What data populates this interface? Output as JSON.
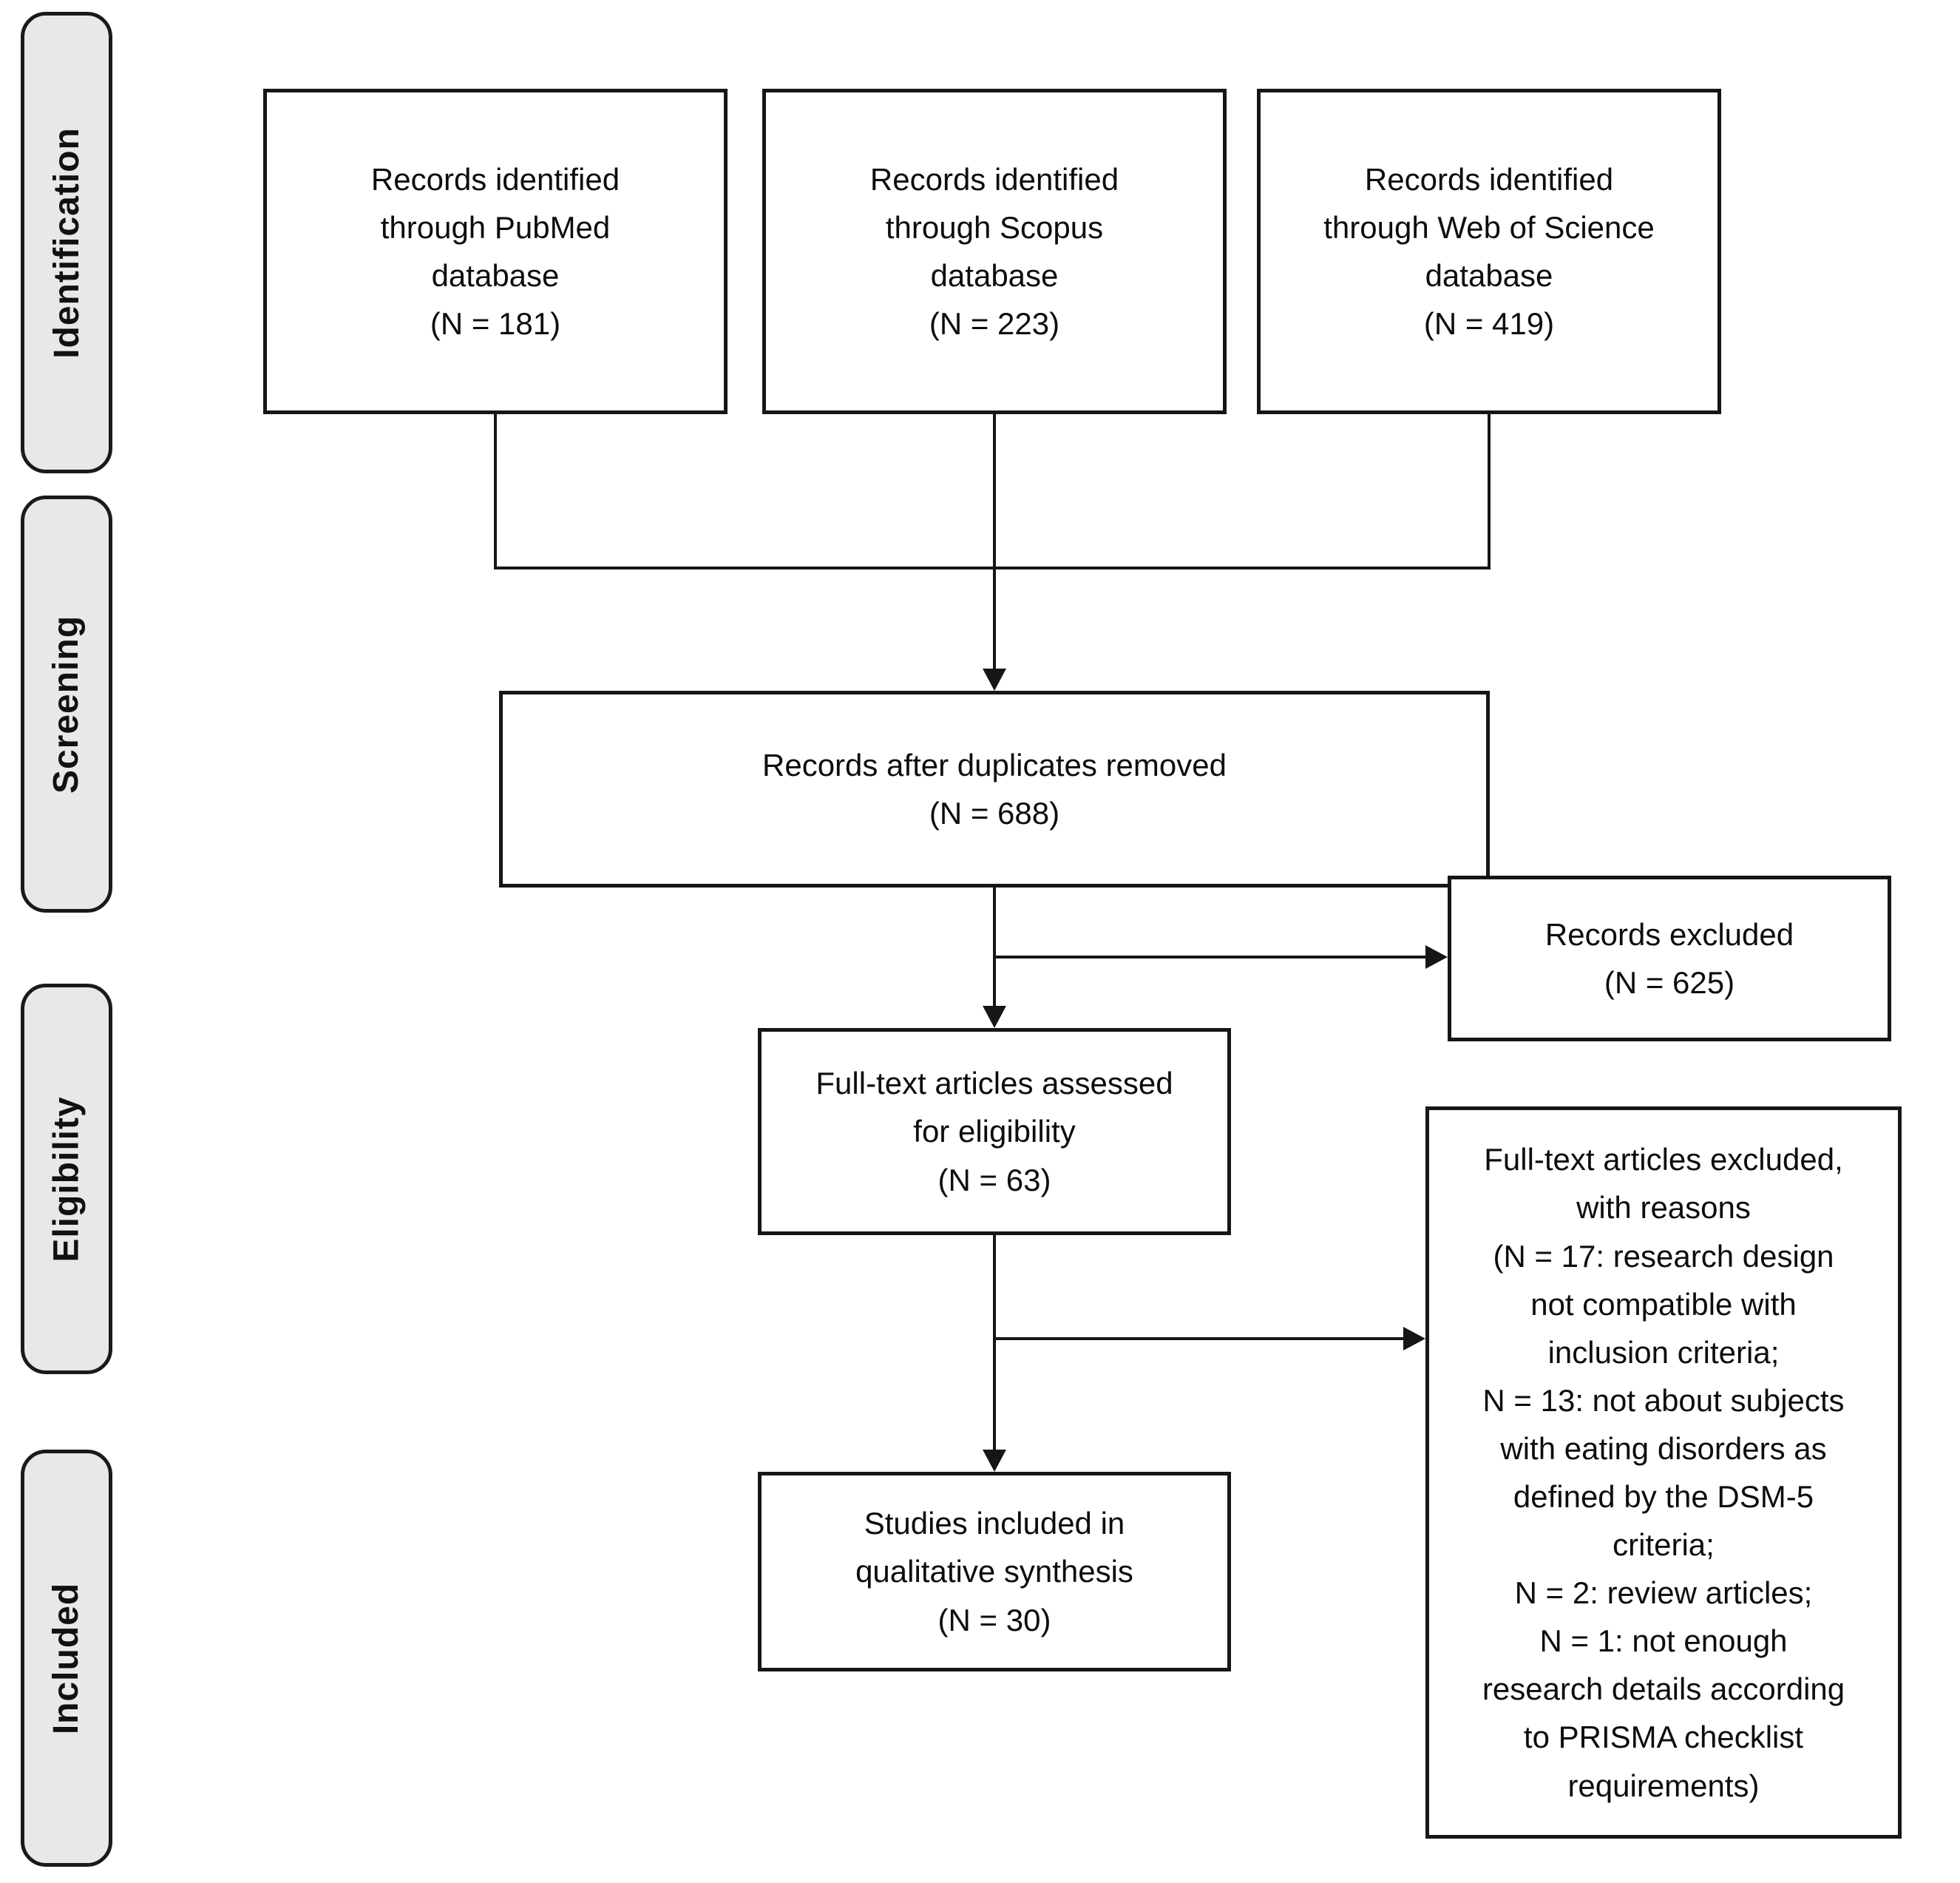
{
  "stages": [
    {
      "label": "Identification"
    },
    {
      "label": "Screening"
    },
    {
      "label": "Eligibility"
    },
    {
      "label": "Included"
    }
  ],
  "boxes": {
    "pubmed": {
      "label": "Records identified through PubMed database",
      "count": "(N = 181)"
    },
    "scopus": {
      "label": "Records identified through Scopus database",
      "count": "(N = 223)"
    },
    "wos": {
      "label": "Records identified through Web of Science database",
      "count": "(N = 419)"
    },
    "duplicates": {
      "label": "Records after duplicates removed",
      "count": "(N = 688)"
    },
    "excluded": {
      "label": "Records excluded",
      "count": "(N = 625)"
    },
    "fulltext": {
      "label": "Full-text articles assessed for eligibility",
      "count": "(N = 63)"
    },
    "reasons": {
      "lines": [
        "Full-text articles excluded,",
        "with reasons",
        "(N = 17: research design",
        "not compatible with",
        "inclusion criteria;",
        "N = 13: not about subjects",
        "with eating disorders as",
        "defined by the DSM-5",
        "criteria;",
        "N = 2: review articles;",
        "N = 1: not enough",
        "research details according",
        "to PRISMA checklist",
        "requirements)"
      ]
    },
    "included": {
      "label": "Studies included in qualitative synthesis",
      "count": "(N = 30)"
    }
  },
  "colors": {
    "background": "#ffffff",
    "box_fill": "#ffffff",
    "box_border": "#161616",
    "stage_fill": "#e8e8e8",
    "line": "#161616",
    "text": "#0d0d0d"
  }
}
